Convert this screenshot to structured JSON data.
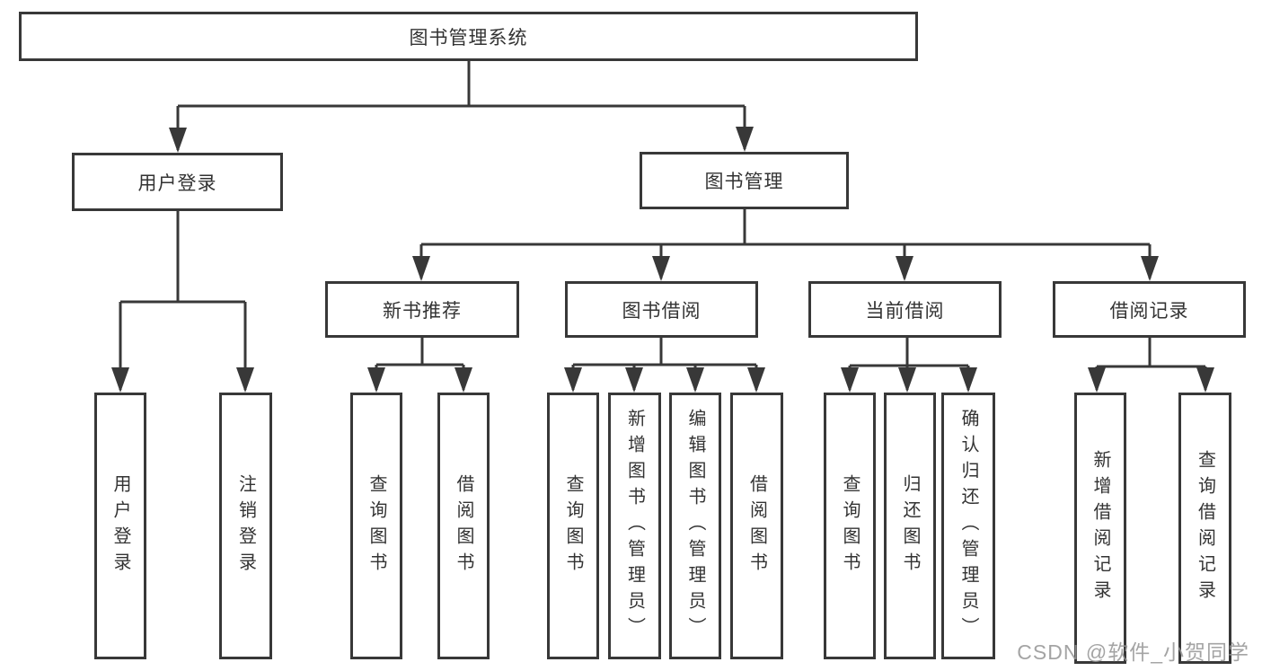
{
  "tree": {
    "label": "图书管理系统",
    "children": [
      {
        "label": "用户登录",
        "children": [
          {
            "label": "用户登录"
          },
          {
            "label": "注销登录"
          }
        ]
      },
      {
        "label": "图书管理",
        "children": [
          {
            "label": "新书推荐",
            "children": [
              {
                "label": "查询图书"
              },
              {
                "label": "借阅图书"
              }
            ]
          },
          {
            "label": "图书借阅",
            "children": [
              {
                "label": "查询图书"
              },
              {
                "label": "新增图书（管理员）"
              },
              {
                "label": "编辑图书（管理员）"
              },
              {
                "label": "借阅图书"
              }
            ]
          },
          {
            "label": "当前借阅",
            "children": [
              {
                "label": "查询图书"
              },
              {
                "label": "归还图书"
              },
              {
                "label": "确认归还（管理员）"
              }
            ]
          },
          {
            "label": "借阅记录",
            "children": [
              {
                "label": "新增借阅记录"
              },
              {
                "label": "查询借阅记录"
              }
            ]
          }
        ]
      }
    ]
  },
  "watermark": {
    "text": "CSDN @软件_小贺同学"
  },
  "colors": {
    "line": "#383838",
    "box_border": "#383838",
    "box_background": "#ffffff",
    "text": "#333333",
    "watermark": "#949494"
  }
}
